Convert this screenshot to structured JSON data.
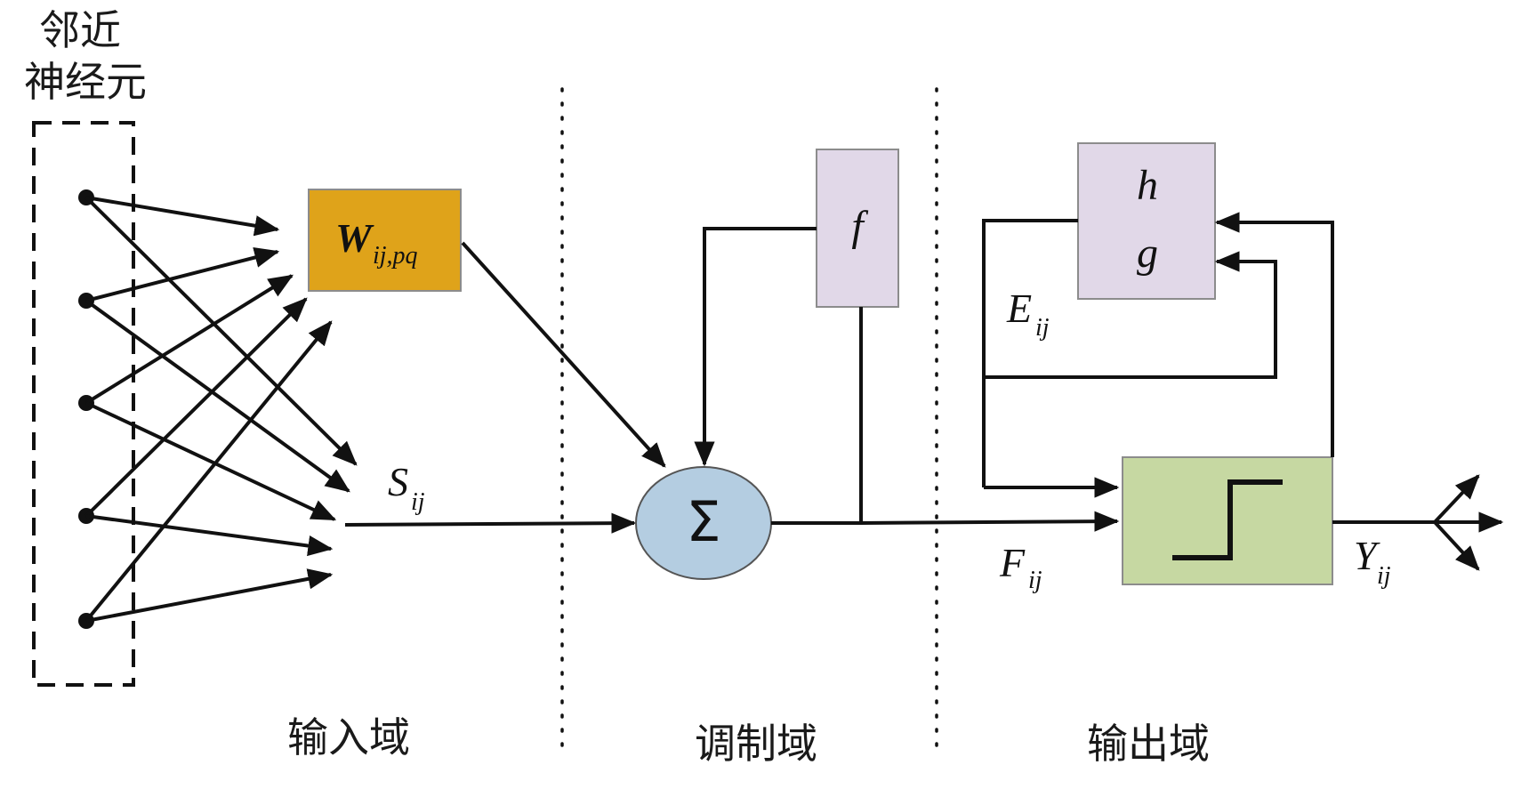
{
  "labels": {
    "neighbor_line1": "邻近",
    "neighbor_line2": "神经元",
    "input_domain": "输入域",
    "modulation_domain": "调制域",
    "output_domain": "输出域"
  },
  "symbols": {
    "weight_main": "W",
    "weight_sub": "ij,pq",
    "sum": "Σ",
    "f": "f",
    "h": "h",
    "g": "g",
    "s_main": "S",
    "s_sub": "ij",
    "e_main": "E",
    "e_sub": "ij",
    "f_main": "F",
    "f_sub": "ij",
    "y_main": "Y",
    "y_sub": "ij"
  },
  "colors": {
    "weight_box": "#DFA31A",
    "sum_node": "#B4CDE1",
    "f_box": "#E1D8E8",
    "hg_box": "#E1D8E8",
    "step_box": "#C6D8A2",
    "line": "#111111"
  }
}
